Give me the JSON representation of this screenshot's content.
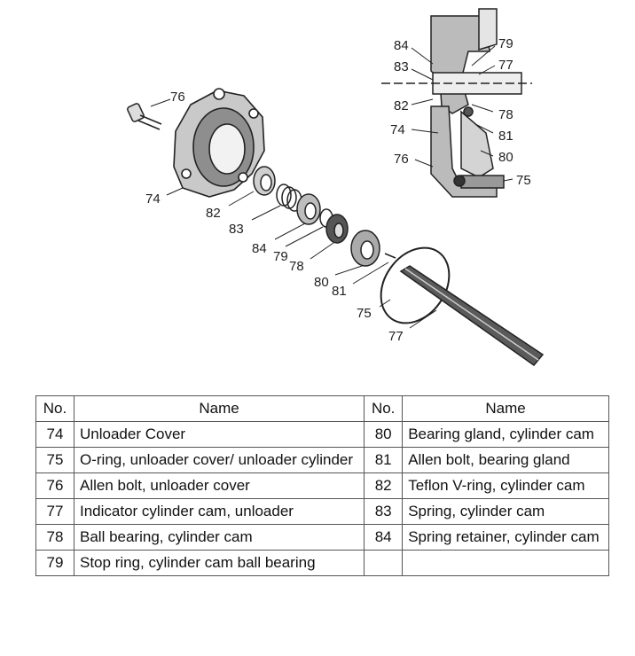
{
  "callouts": {
    "exploded": [
      "76",
      "74",
      "82",
      "83",
      "84",
      "79",
      "78",
      "80",
      "81",
      "75",
      "77"
    ],
    "section": [
      "84",
      "79",
      "83",
      "77",
      "82",
      "78",
      "74",
      "81",
      "80",
      "76",
      "75"
    ]
  },
  "table": {
    "headers": [
      "No.",
      "Name",
      "No.",
      "Name"
    ],
    "rows": [
      {
        "no_left": "74",
        "name_left": "Unloader Cover",
        "no_right": "80",
        "name_right": "Bearing gland, cylinder cam"
      },
      {
        "no_left": "75",
        "name_left": "O-ring, unloader cover/ unloader cylinder",
        "no_right": "81",
        "name_right": "Allen bolt, bearing gland"
      },
      {
        "no_left": "76",
        "name_left": "Allen bolt, unloader cover",
        "no_right": "82",
        "name_right": "Teflon V-ring, cylinder cam"
      },
      {
        "no_left": "77",
        "name_left": "Indicator cylinder cam, unloader",
        "no_right": "83",
        "name_right": "Spring, cylinder cam"
      },
      {
        "no_left": "78",
        "name_left": "Ball bearing, cylinder cam",
        "no_right": "84",
        "name_right": "Spring retainer, cylinder cam"
      },
      {
        "no_left": "79",
        "name_left": "Stop ring, cylinder cam ball bearing",
        "no_right": "",
        "name_right": ""
      }
    ]
  }
}
